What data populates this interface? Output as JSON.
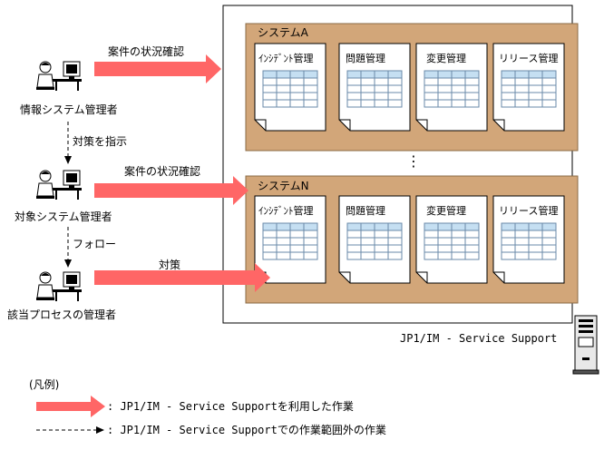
{
  "actors": [
    {
      "label": "情報システム管理者"
    },
    {
      "label": "対象システム管理者"
    },
    {
      "label": "該当プロセスの管理者"
    }
  ],
  "arrows": {
    "status_check_1": "案件の状況確認",
    "status_check_2": "案件の状況確認",
    "countermeasure": "対策"
  },
  "dashed_arrows": {
    "instruct": "対策を指示",
    "follow": "フォロー"
  },
  "systems": [
    {
      "title": "システムA",
      "documents": [
        "ｲﾝｼﾃﾞﾝﾄ管理",
        "問題管理",
        "変更管理",
        "リリース管理"
      ]
    },
    {
      "title": "システムN",
      "documents": [
        "ｲﾝｼﾃﾞﾝﾄ管理",
        "問題管理",
        "変更管理",
        "リリース管理"
      ]
    }
  ],
  "ellipsis": "⋮",
  "product": "JP1/IM - Service Support",
  "legend": {
    "title": "(凡例)",
    "solid": ": JP1/IM - Service Supportを利用した作業",
    "dashed": ": JP1/IM - Service Supportでの作業範囲外の作業"
  },
  "colors": {
    "panel": "#d2a679",
    "arrow": "#ff6666",
    "table_header": "#c5dff2"
  }
}
